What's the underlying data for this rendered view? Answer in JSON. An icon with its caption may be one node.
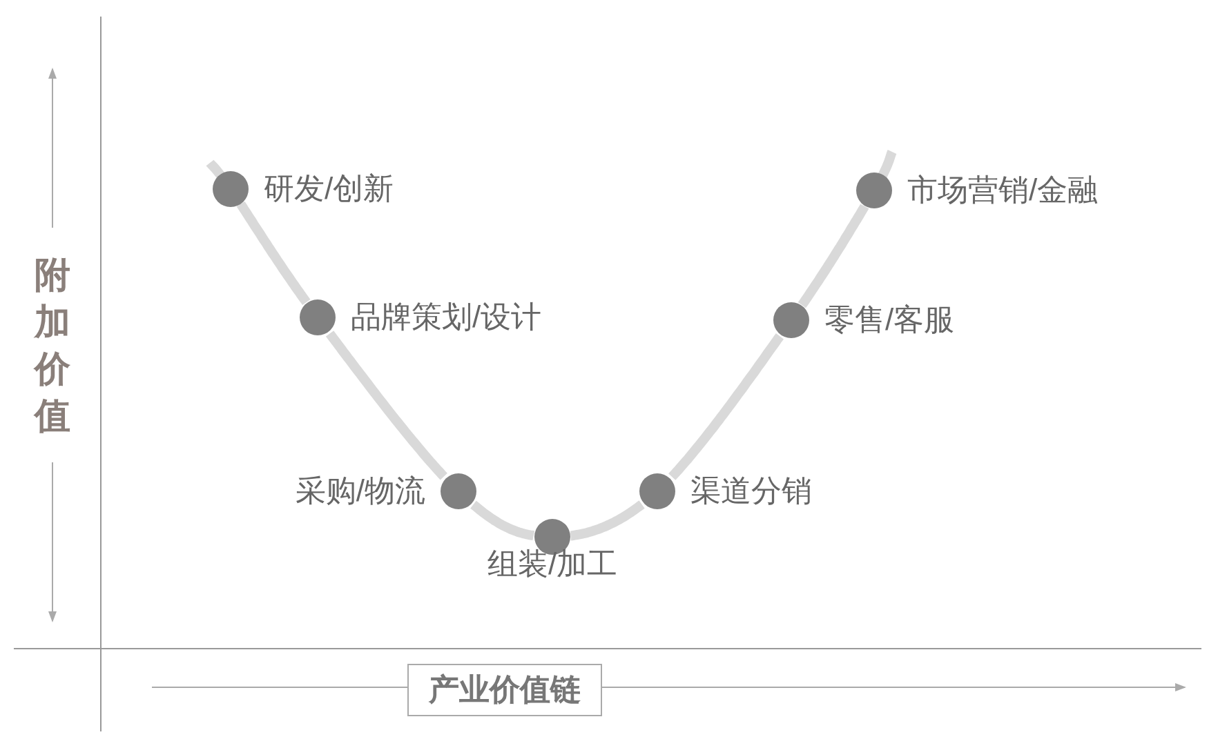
{
  "diagram": {
    "nodes": [
      {
        "text": [],
        "shape": "circle",
        "beside": [
          "研发/创新"
        ]
      },
      {
        "text": [],
        "shape": "circle",
        "beside": [
          "品牌策划/设计"
        ]
      },
      {
        "text": [],
        "shape": "circle",
        "beside": [
          "采购/物流"
        ]
      },
      {
        "text": [],
        "shape": "circle",
        "beside": [
          "组装/加工"
        ]
      },
      {
        "text": [],
        "shape": "circle",
        "beside": [
          "渠道分销"
        ]
      },
      {
        "text": [],
        "shape": "circle",
        "beside": [
          "零售/客服"
        ]
      },
      {
        "text": [],
        "shape": "circle",
        "beside": [
          "市场营销/金融"
        ]
      }
    ],
    "edges": [
      {
        "from": 0,
        "to": 1,
        "arrow": "none"
      },
      {
        "from": 1,
        "to": 2,
        "arrow": "none"
      },
      {
        "from": 2,
        "to": 3,
        "arrow": "none"
      },
      {
        "from": 3,
        "to": 4,
        "arrow": "none"
      },
      {
        "from": 4,
        "to": 5,
        "arrow": "none"
      },
      {
        "from": 5,
        "to": 6,
        "arrow": "none"
      }
    ],
    "labels": [
      "附加价值",
      "产业价值链"
    ]
  }
}
